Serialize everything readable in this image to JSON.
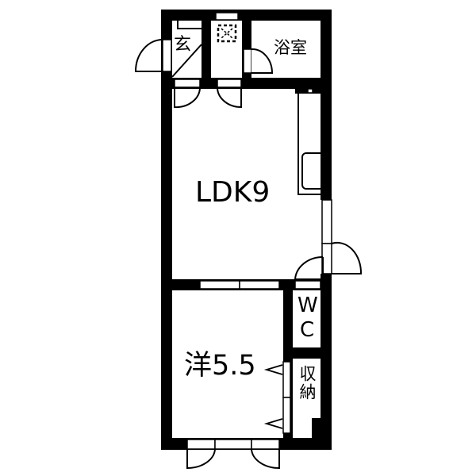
{
  "floorplan": {
    "rooms": {
      "entrance": {
        "label": "玄"
      },
      "bathroom": {
        "label": "浴室"
      },
      "ldk": {
        "label": "LDK9"
      },
      "wc": {
        "label_top": "W",
        "label_bottom": "C"
      },
      "western_room": {
        "label": "洋5.5"
      },
      "storage": {
        "label": "収納"
      }
    },
    "icons": {
      "washer": "washing-machine-icon",
      "sink": "kitchen-sink-icon"
    },
    "colors": {
      "wall": "#000000",
      "background": "#ffffff"
    }
  }
}
